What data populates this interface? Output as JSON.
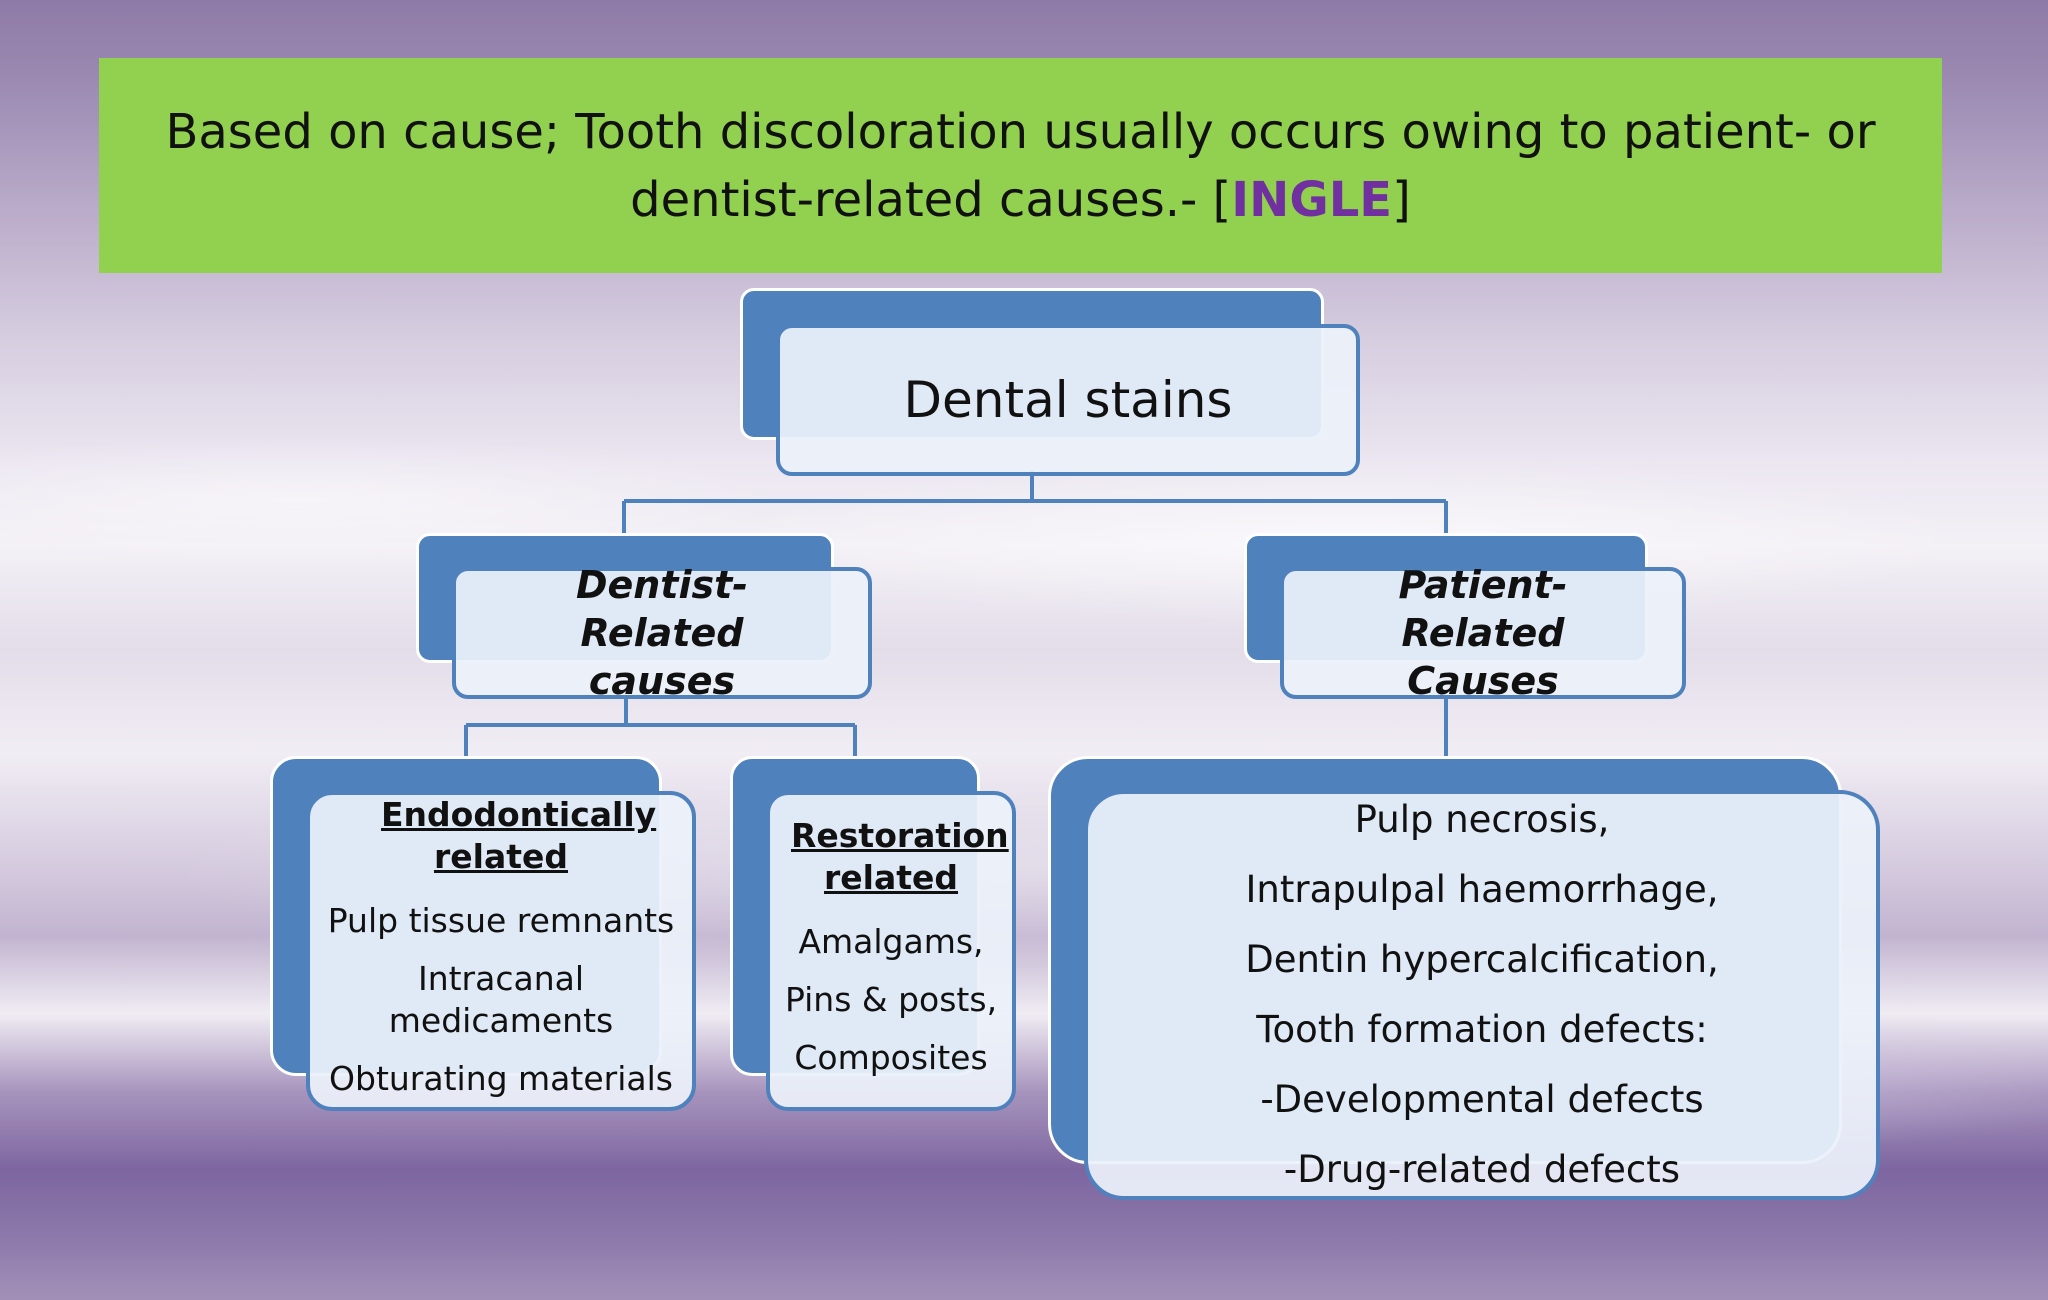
{
  "banner": {
    "text": "Based on cause; Tooth discoloration usually occurs owing to patient- or dentist-related causes.- [",
    "source": "INGLE",
    "close": "]"
  },
  "root": {
    "label": "Dental stains"
  },
  "dentist": {
    "label": "Dentist-Related causes",
    "endodontic": {
      "heading": "Endodontically related",
      "items": [
        "Pulp tissue remnants",
        "Intracanal medicaments",
        "Obturating materials"
      ]
    },
    "restoration": {
      "heading": "Restoration related",
      "items": [
        "Amalgams,",
        "Pins & posts,",
        "Composites"
      ]
    }
  },
  "patient": {
    "label": "Patient-Related Causes",
    "items": [
      "Pulp necrosis,",
      "Intrapulpal haemorrhage,",
      "Dentin hypercalcification,",
      "Tooth formation defects:",
      "-Developmental defects",
      "-Drug-related defects"
    ]
  },
  "colors": {
    "banner": "#92d050",
    "node_blue": "#4f81bd",
    "source_purple": "#7030a0"
  }
}
